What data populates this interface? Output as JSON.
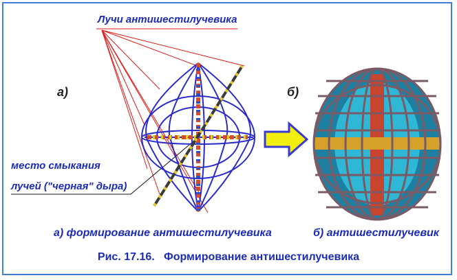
{
  "labels": {
    "rays": "Лучи антишестилучевика",
    "part_a": "а)",
    "part_b": "б)",
    "closure_line1": "место смыкания",
    "closure_line2": "лучей (\"черная\" дыра)",
    "caption_a": "а) формирование антишестилучевика",
    "caption_b": "б) антишестилучевик"
  },
  "figure_caption": "Рис. 17.16.   Формирование антишестилучевика",
  "colors": {
    "frame": "#3f7fd6",
    "label_text": "#1b2bb5",
    "rays": "#e01818",
    "wireframe": "#2a2acc",
    "arrow_fill": "#f2ee10",
    "arrow_stroke": "#3a3ad0",
    "sphere_cage": "#7a5a64"
  }
}
